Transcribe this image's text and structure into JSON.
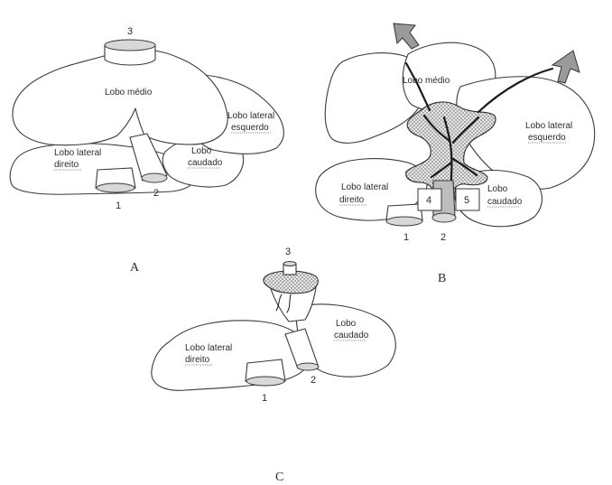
{
  "panels": {
    "a": {
      "letter": "A",
      "labels": {
        "middle": "Lobo médio",
        "left_lateral_1": "Lobo lateral",
        "left_lateral_2": "esquerdo",
        "right_lateral_1": "Lobo lateral",
        "right_lateral_2": "direito",
        "caudate_1": "Lobo",
        "caudate_2": "caudado"
      },
      "numbers": {
        "n1": "1",
        "n2": "2",
        "n3": "3"
      }
    },
    "b": {
      "letter": "B",
      "labels": {
        "middle": "Lobo médio",
        "left_lateral_1": "Lobo lateral",
        "left_lateral_2": "esquerdo",
        "right_lateral_1": "Lobo lateral",
        "right_lateral_2": "direito",
        "caudate_1": "Lobo",
        "caudate_2": "caudado"
      },
      "numbers": {
        "n1": "1",
        "n2": "2",
        "n4": "4",
        "n5": "5"
      }
    },
    "c": {
      "letter": "C",
      "labels": {
        "right_lateral_1": "Lobo lateral",
        "right_lateral_2": "direito",
        "caudate_1": "Lobo",
        "caudate_2": "caudado"
      },
      "numbers": {
        "n1": "1",
        "n2": "2",
        "n3": "3"
      }
    }
  }
}
